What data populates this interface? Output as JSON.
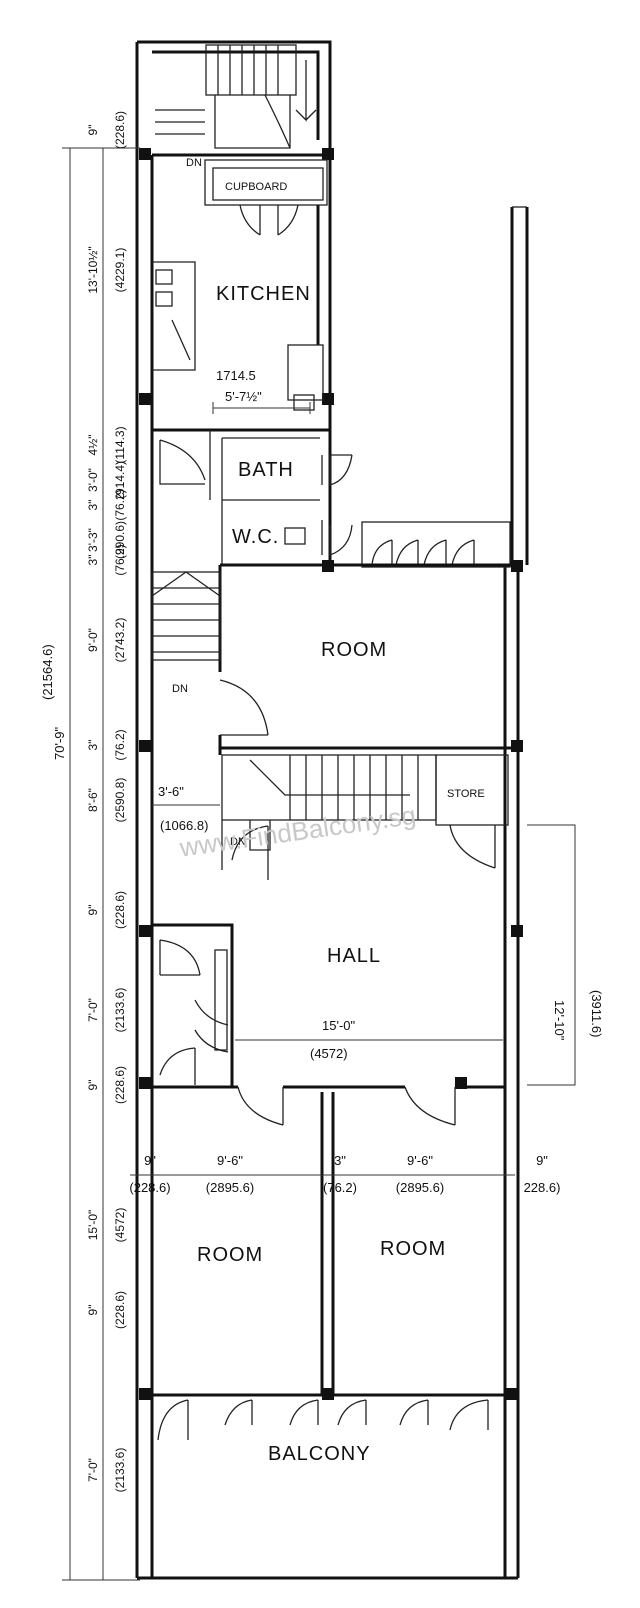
{
  "rooms": {
    "kitchen": "KITCHEN",
    "cupboard": "CUPBOARD",
    "bath": "BATH",
    "wc": "W.C.",
    "room_upper": "ROOM",
    "store": "STORE",
    "hall": "HALL",
    "room_left": "ROOM",
    "room_right": "ROOM",
    "balcony": "BALCONY"
  },
  "stair_labels": {
    "dn_upper": "DN",
    "dn_middle": "DN",
    "dn_top": "DN"
  },
  "watermark": "www.FindBalcony.sg",
  "dimensions": {
    "overall_imperial": "70'-9\"",
    "overall_metric": "(21564.6)",
    "left_col": [
      {
        "imperial": "9\"",
        "metric": "(228.6)"
      },
      {
        "imperial": "13'-10½\"",
        "metric": "(4229.1)"
      },
      {
        "imperial": "4½\"",
        "metric": "(114.3)"
      },
      {
        "imperial": "3'-0\"",
        "metric": "(914.4)"
      },
      {
        "imperial": "3\"",
        "metric": "(76.2)"
      },
      {
        "imperial": "3'-3\"",
        "metric": "(990.6)"
      },
      {
        "imperial": "3\"",
        "metric": "(76.2)"
      },
      {
        "imperial": "9'-0\"",
        "metric": "(2743.2)"
      },
      {
        "imperial": "3\"",
        "metric": "(76.2)"
      },
      {
        "imperial": "8'-6\"",
        "metric": "(2590.8)"
      },
      {
        "imperial": "9\"",
        "metric": "(228.6)"
      },
      {
        "imperial": "7'-0\"",
        "metric": "(2133.6)"
      },
      {
        "imperial": "9\"",
        "metric": "(228.6)"
      },
      {
        "imperial": "15'-0\"",
        "metric": "(4572)"
      },
      {
        "imperial": "9\"",
        "metric": "(228.6)"
      },
      {
        "imperial": "7'-0\"",
        "metric": "(2133.6)"
      }
    ],
    "kitchen_width": {
      "metric": "1714.5",
      "imperial": "5'-7½\""
    },
    "stair_width": {
      "imperial": "3'-6\"",
      "metric": "(1066.8)"
    },
    "hall_width": {
      "imperial": "15'-0\"",
      "metric": "(4572)"
    },
    "hall_depth": {
      "imperial": "12'-10\"",
      "metric": "(3911.6)"
    },
    "bottom_row": [
      {
        "imperial": "9\"",
        "metric": "(228.6)"
      },
      {
        "imperial": "9'-6\"",
        "metric": "(2895.6)"
      },
      {
        "imperial": "3\"",
        "metric": "(76.2)"
      },
      {
        "imperial": "9'-6\"",
        "metric": "(2895.6)"
      },
      {
        "imperial": "9\"",
        "metric": "228.6)"
      }
    ]
  }
}
